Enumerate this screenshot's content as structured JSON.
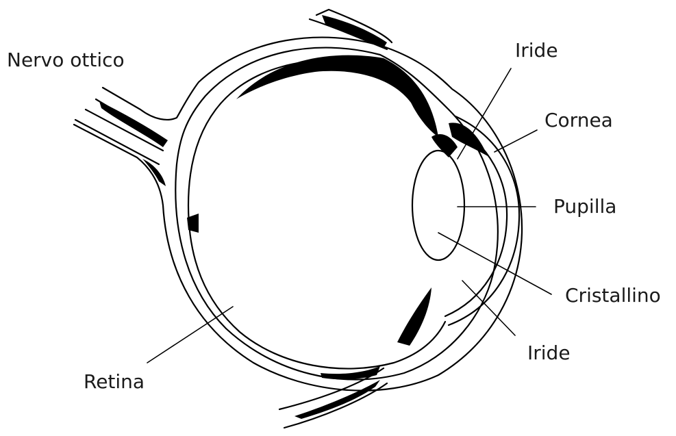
{
  "labels": {
    "optic_nerve": "Nervo ottico",
    "iris_top": "Iride",
    "cornea": "Cornea",
    "pupil": "Pupilla",
    "lens": "Cristallino",
    "iris_bottom": "Iride",
    "retina": "Retina"
  },
  "colors": {
    "ink": "#000000",
    "text": "#1a1a1a",
    "background": "#ffffff"
  }
}
